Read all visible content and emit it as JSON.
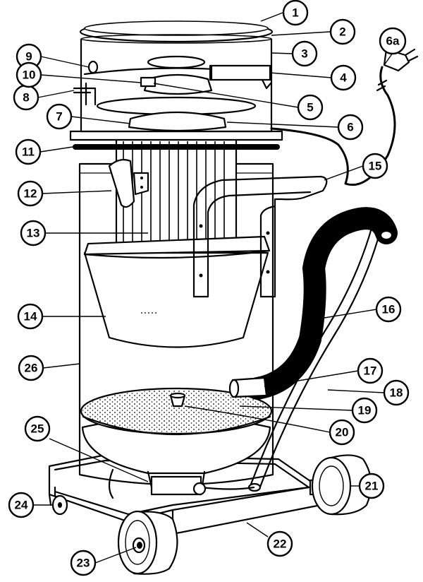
{
  "callouts": [
    {
      "id": "1",
      "label": "1"
    },
    {
      "id": "2",
      "label": "2"
    },
    {
      "id": "3",
      "label": "3"
    },
    {
      "id": "4",
      "label": "4"
    },
    {
      "id": "5",
      "label": "5"
    },
    {
      "id": "6",
      "label": "6"
    },
    {
      "id": "6a",
      "label": "6a"
    },
    {
      "id": "7",
      "label": "7"
    },
    {
      "id": "8",
      "label": "8"
    },
    {
      "id": "9",
      "label": "9"
    },
    {
      "id": "10",
      "label": "10"
    },
    {
      "id": "11",
      "label": "11"
    },
    {
      "id": "12",
      "label": "12"
    },
    {
      "id": "13",
      "label": "13"
    },
    {
      "id": "14",
      "label": "14"
    },
    {
      "id": "15",
      "label": "15"
    },
    {
      "id": "16",
      "label": "16"
    },
    {
      "id": "17",
      "label": "17"
    },
    {
      "id": "18",
      "label": "18"
    },
    {
      "id": "19",
      "label": "19"
    },
    {
      "id": "20",
      "label": "20"
    },
    {
      "id": "21",
      "label": "21"
    },
    {
      "id": "22",
      "label": "22"
    },
    {
      "id": "23",
      "label": "23"
    },
    {
      "id": "24",
      "label": "24"
    },
    {
      "id": "25",
      "label": "25"
    },
    {
      "id": "26",
      "label": "26"
    }
  ]
}
